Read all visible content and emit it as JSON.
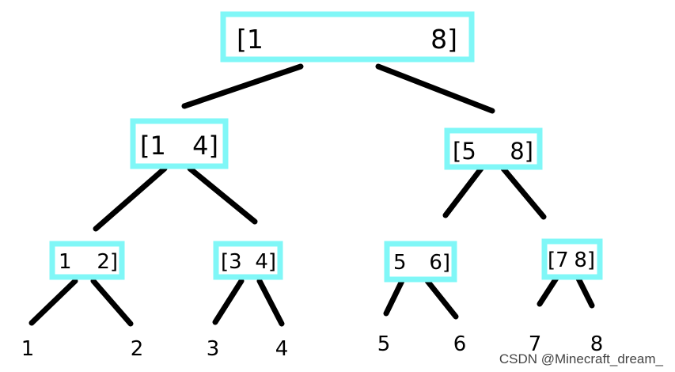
{
  "tree": {
    "box_color": "#80f7f7",
    "edge_color": "#000000",
    "nodes": [
      {
        "id": "root",
        "left": "[1",
        "right": "8]"
      },
      {
        "id": "n1_4",
        "left": "[1",
        "right": "4]"
      },
      {
        "id": "n5_8",
        "left": "[5",
        "right": "8]"
      },
      {
        "id": "n1_2",
        "left": "1",
        "right": "2]"
      },
      {
        "id": "n3_4",
        "left": "[3",
        "right": "4]"
      },
      {
        "id": "n5_6",
        "left": "5",
        "right": "6]"
      },
      {
        "id": "n7_8",
        "left": "[7",
        "right": "8]"
      }
    ],
    "leaves": [
      "1",
      "2",
      "3",
      "4",
      "5",
      "6",
      "7",
      "8"
    ]
  },
  "watermark": "CSDN @Minecraft_dream_"
}
